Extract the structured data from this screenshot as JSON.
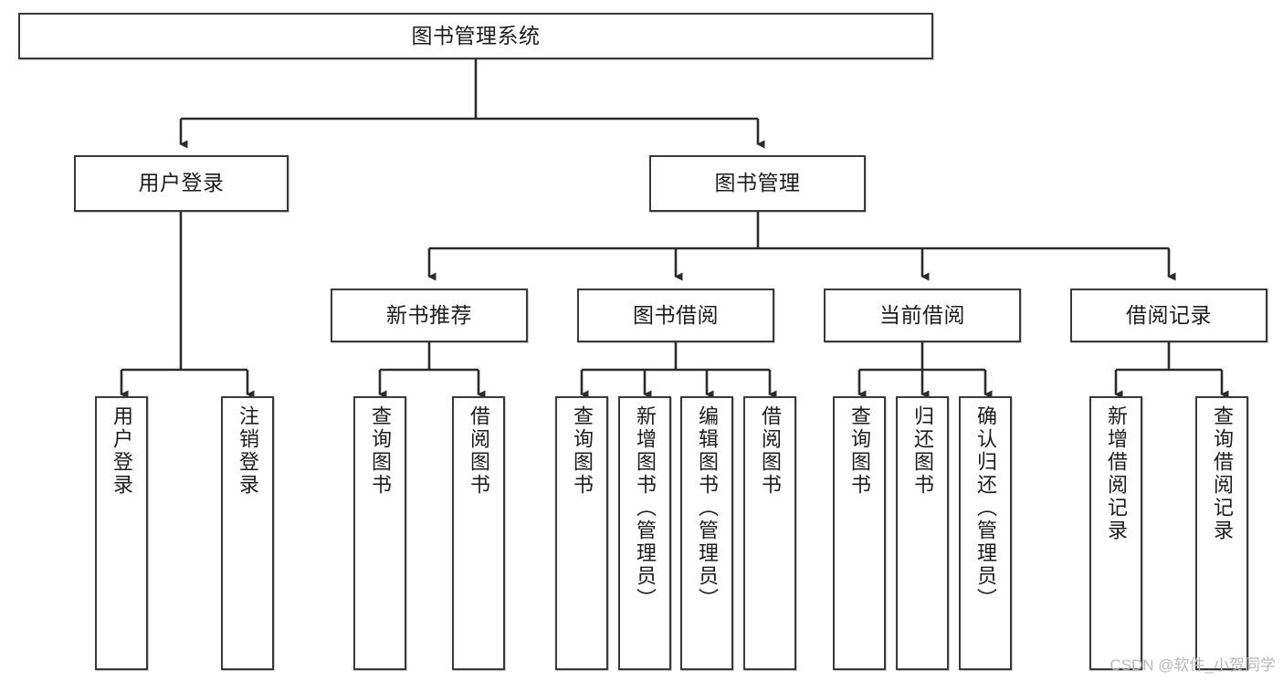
{
  "diagram": {
    "type": "tree-hierarchy-flowchart",
    "title_text": "图书管理系统",
    "orientation": "top-down",
    "style": {
      "box_border_color": "#3a3a3a",
      "box_fill_color": "#ffffff",
      "connector_color": "#2b2b2b",
      "text_color": "#1c1c1c",
      "background_color": "#ffffff"
    },
    "nodes": {
      "root": {
        "id": "n0",
        "label": "图书管理系统",
        "level": 0
      },
      "level1": [
        {
          "id": "n1",
          "label": "用户登录",
          "level": 1
        },
        {
          "id": "n2",
          "label": "图书管理",
          "level": 1
        }
      ],
      "level2": [
        {
          "id": "n3",
          "label": "新书推荐",
          "level": 2,
          "parent": "n2"
        },
        {
          "id": "n4",
          "label": "图书借阅",
          "level": 2,
          "parent": "n2"
        },
        {
          "id": "n5",
          "label": "当前借阅",
          "level": 2,
          "parent": "n2"
        },
        {
          "id": "n6",
          "label": "借阅记录",
          "level": 2,
          "parent": "n2"
        }
      ],
      "leaves": [
        {
          "id": "l1",
          "label": "用户登录",
          "parent": "n1",
          "orientation": "vertical"
        },
        {
          "id": "l2",
          "label": "注销登录",
          "parent": "n1",
          "orientation": "vertical"
        },
        {
          "id": "l3",
          "label": "查询图书",
          "parent": "n3",
          "orientation": "vertical"
        },
        {
          "id": "l4",
          "label": "借阅图书",
          "parent": "n3",
          "orientation": "vertical"
        },
        {
          "id": "l5",
          "label": "查询图书",
          "parent": "n4",
          "orientation": "vertical"
        },
        {
          "id": "l6",
          "label": "新增图书（管理员）",
          "parent": "n4",
          "orientation": "vertical"
        },
        {
          "id": "l7",
          "label": "编辑图书（管理员）",
          "parent": "n4",
          "orientation": "vertical"
        },
        {
          "id": "l8",
          "label": "借阅图书",
          "parent": "n4",
          "orientation": "vertical"
        },
        {
          "id": "l9",
          "label": "查询图书",
          "parent": "n5",
          "orientation": "vertical"
        },
        {
          "id": "l10",
          "label": "归还图书",
          "parent": "n5",
          "orientation": "vertical"
        },
        {
          "id": "l11",
          "label": "确认归还（管理员）",
          "parent": "n5",
          "orientation": "vertical"
        },
        {
          "id": "l12",
          "label": "新增借阅记录",
          "parent": "n6",
          "orientation": "vertical"
        },
        {
          "id": "l13",
          "label": "查询借阅记录",
          "parent": "n6",
          "orientation": "vertical"
        }
      ]
    }
  },
  "watermark": {
    "text": "CSDN @软件_小贺同学"
  }
}
